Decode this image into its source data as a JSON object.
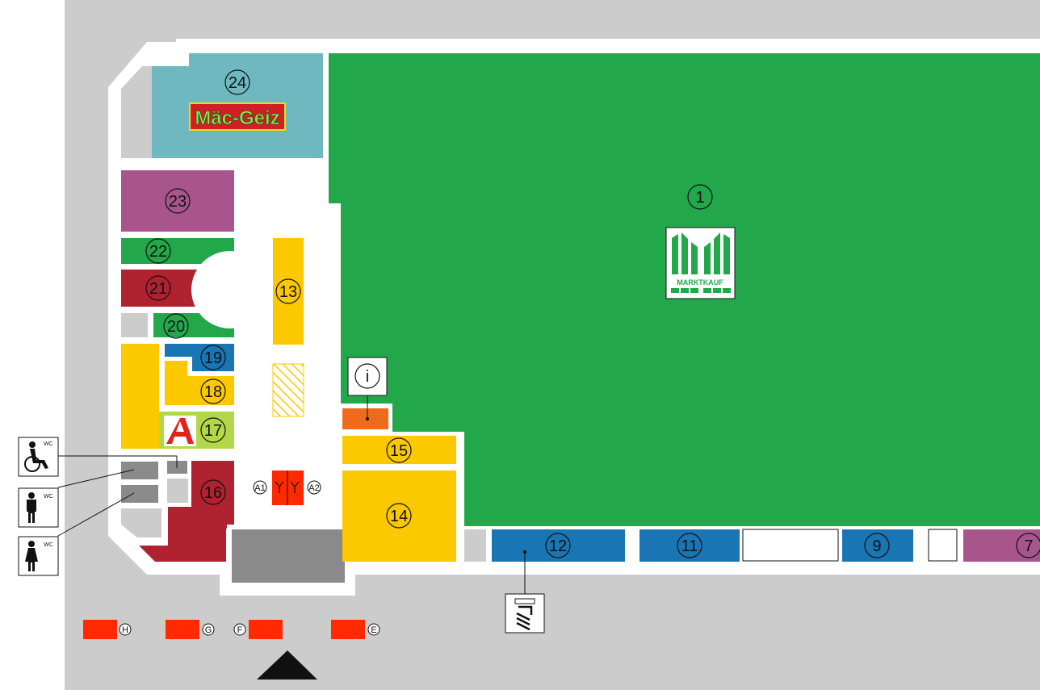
{
  "stores": [
    {
      "id": "1",
      "label": "1",
      "color": "#22a84a",
      "brand": "MARKTKAUF"
    },
    {
      "id": "7",
      "label": "7",
      "color": "#a8558d"
    },
    {
      "id": "9",
      "label": "9",
      "color": "#1a75b4"
    },
    {
      "id": "11",
      "label": "11",
      "color": "#1a75b4"
    },
    {
      "id": "12",
      "label": "12",
      "color": "#1a75b4"
    },
    {
      "id": "13",
      "label": "13",
      "color": "#fcc800"
    },
    {
      "id": "14",
      "label": "14",
      "color": "#fcc800"
    },
    {
      "id": "15",
      "label": "15",
      "color": "#fcc800"
    },
    {
      "id": "16",
      "label": "16",
      "color": "#b0222f"
    },
    {
      "id": "17",
      "label": "17",
      "color": "#b2d84a"
    },
    {
      "id": "18",
      "label": "18",
      "color": "#fcc800"
    },
    {
      "id": "19",
      "label": "19",
      "color": "#1a75b4"
    },
    {
      "id": "20",
      "label": "20",
      "color": "#22a84a"
    },
    {
      "id": "21",
      "label": "21",
      "color": "#b0222f"
    },
    {
      "id": "22",
      "label": "22",
      "color": "#22a84a"
    },
    {
      "id": "23",
      "label": "23",
      "color": "#a8558d"
    },
    {
      "id": "24",
      "label": "24",
      "color": "#6fb8c0",
      "brand": "Mäc-Geiz"
    }
  ],
  "entrances": [
    {
      "id": "H",
      "label": "H"
    },
    {
      "id": "G",
      "label": "G"
    },
    {
      "id": "F",
      "label": "F"
    },
    {
      "id": "E",
      "label": "E"
    }
  ],
  "stairs": [
    {
      "id": "A1",
      "label": "A1"
    },
    {
      "id": "A2",
      "label": "A2"
    }
  ],
  "services": {
    "info_label": "i",
    "wc_label": "WC",
    "icons": [
      "info-icon",
      "atm-icon",
      "pharmacy-icon",
      "wheelchair-wc-icon",
      "men-wc-icon",
      "women-wc-icon",
      "entrance-arrow-icon"
    ]
  },
  "colors": {
    "background": "#cccccc",
    "hall": "#ffffff",
    "grey_unit": "#8a8a8a",
    "light_grey_unit": "#cccccc",
    "entrance": "#ff2a00",
    "info_desk": "#f06a1c",
    "pharmacy": "#e2231a"
  }
}
